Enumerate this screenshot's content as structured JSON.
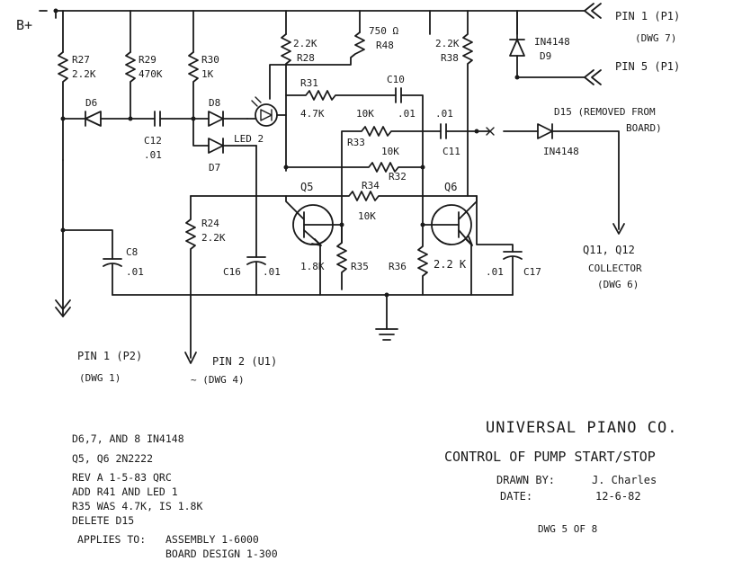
{
  "supply": {
    "label": "B+"
  },
  "components": {
    "r27": {
      "ref": "R27",
      "value": "2.2K"
    },
    "r29": {
      "ref": "R29",
      "value": "470K"
    },
    "r30": {
      "ref": "R30",
      "value": "1K"
    },
    "r28": {
      "ref": "R28",
      "value": "2.2K"
    },
    "r48": {
      "ref": "R48",
      "value": "750 Ω"
    },
    "r38": {
      "ref": "R38",
      "value": "2.2K"
    },
    "r31": {
      "ref": "R31",
      "value": "4.7K"
    },
    "r33": {
      "ref": "R33",
      "value": "10K"
    },
    "r32": {
      "ref": "R32",
      "value": "10K"
    },
    "r34": {
      "ref": "R34",
      "value": "10K"
    },
    "r24": {
      "ref": "R24",
      "value": "2.2K"
    },
    "r35": {
      "ref": "R35",
      "value": "1.8K"
    },
    "r36": {
      "ref": "R36",
      "value": "2.2 K"
    },
    "c8": {
      "ref": "C8",
      "value": ".01"
    },
    "c10": {
      "ref": "C10",
      "value": ".01"
    },
    "c11": {
      "ref": "C11",
      "value": ".01"
    },
    "c12": {
      "ref": "C12",
      "value": ".01"
    },
    "c16": {
      "ref": "C16",
      "value": ".01"
    },
    "c17": {
      "ref": "C17",
      "value": ".01"
    },
    "d6": {
      "ref": "D6"
    },
    "d7": {
      "ref": "D7"
    },
    "d8": {
      "ref": "D8"
    },
    "d9": {
      "ref": "D9",
      "value": "IN4148"
    },
    "d15": {
      "value": "IN4148",
      "note_line1": "D15 (REMOVED FROM",
      "note_line2": "BOARD)"
    },
    "led2": {
      "ref": "LED 2"
    },
    "q5": {
      "ref": "Q5"
    },
    "q6": {
      "ref": "Q6"
    }
  },
  "connections": {
    "pin1_p1": "PIN 1 (P1)",
    "pin1_p1_ref": "(DWG 7)",
    "pin5_p1": "PIN 5 (P1)",
    "q11_q12_line1": "Q11, Q12",
    "q11_q12_line2": "COLLECTOR",
    "q11_q12_line3": "(DWG 6)",
    "pin1_p2": "PIN 1 (P2)",
    "pin1_p2_ref": "(DWG 1)",
    "pin2_u1": "PIN 2 (U1)",
    "pin2_u1_ref": "~ (DWG 4)"
  },
  "notes": {
    "line1": "D6,7, AND 8  IN4148",
    "line2": "Q5, Q6        2N2222",
    "line3": "REV A  1-5-83 QRC",
    "line4": "ADD R41 AND LED 1",
    "line5": "R35 WAS 4.7K, IS 1.8K",
    "line6": "DELETE D15",
    "applies_label": "APPLIES TO:",
    "applies_assembly": "ASSEMBLY 1-6000",
    "applies_board": "BOARD DESIGN 1-300"
  },
  "title_block": {
    "company": "UNIVERSAL PIANO CO.",
    "title": "CONTROL OF PUMP START/STOP",
    "drawn_label": "DRAWN BY:",
    "drawn_by": "J. Charles",
    "date_label": "DATE:",
    "date": "12-6-82",
    "sheet": "DWG 5 OF 8"
  }
}
